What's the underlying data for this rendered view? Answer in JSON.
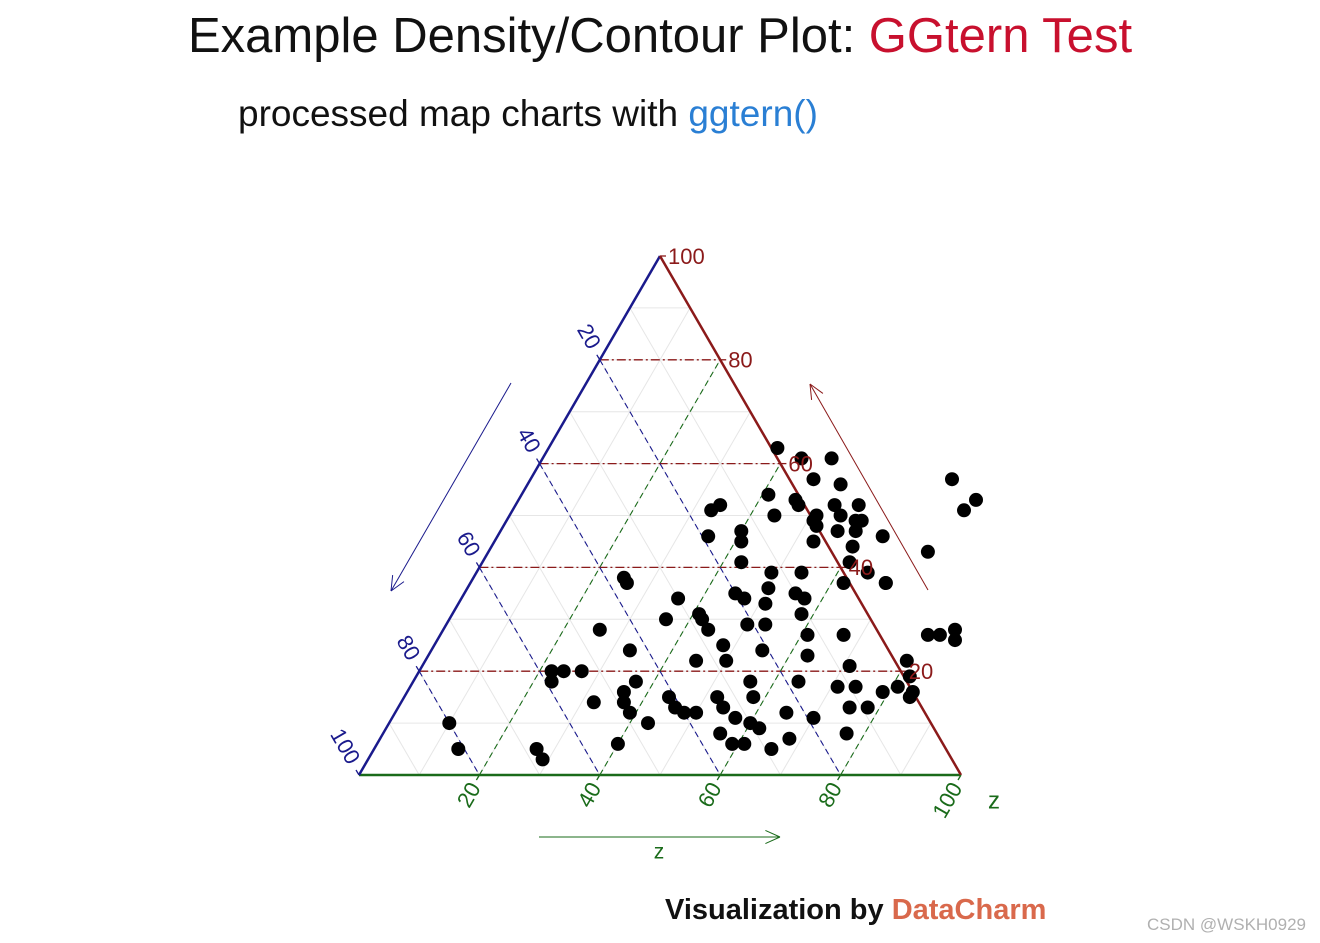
{
  "title": {
    "main": "Example Density/Contour Plot: ",
    "accent": "GGtern Test"
  },
  "subtitle": {
    "main": "processed map charts with ",
    "accent": "ggtern()"
  },
  "credit": {
    "main": "Visualization by ",
    "accent": "DataCharm"
  },
  "watermark": "CSDN @WSKH0929",
  "colors": {
    "left_axis": "#1a1a8c",
    "right_axis": "#8b1a1a",
    "bottom_axis": "#1a6b1a",
    "points": "#000000",
    "minor_grid": "#e6e6e6",
    "title_accent": "#c8102e",
    "subtitle_accent": "#2a7fd4",
    "credit_accent": "#d9694c"
  },
  "chart_data": {
    "type": "scatter",
    "subtype": "ternary",
    "axes": {
      "bottom": {
        "label": "z",
        "arrow_label": "z",
        "ticks": [
          "20",
          "40",
          "60",
          "80",
          "100"
        ]
      },
      "left": {
        "label": "",
        "ticks": [
          "20",
          "40",
          "60",
          "80",
          "100"
        ]
      },
      "right": {
        "label": "",
        "ticks": [
          "100",
          "80",
          "60",
          "40",
          "20"
        ]
      }
    },
    "grid": {
      "major": true,
      "minor": true
    },
    "point_format": "[z, right_axis_value] in percent",
    "points": [
      [
        42,
        30
      ],
      [
        47,
        34
      ],
      [
        55,
        35
      ],
      [
        69,
        37
      ],
      [
        78,
        13
      ],
      [
        84,
        16
      ],
      [
        81,
        17
      ],
      [
        83,
        27
      ],
      [
        85,
        28
      ],
      [
        51,
        50
      ],
      [
        59,
        47
      ],
      [
        58,
        49
      ],
      [
        57,
        52
      ],
      [
        53,
        52
      ],
      [
        64,
        46
      ],
      [
        73,
        43
      ],
      [
        75,
        51
      ],
      [
        76,
        53
      ],
      [
        70,
        57
      ],
      [
        38,
        63
      ],
      [
        43,
        61
      ],
      [
        48,
        61
      ],
      [
        59,
        49
      ],
      [
        65,
        39
      ],
      [
        62,
        37
      ],
      [
        69,
        37
      ],
      [
        33,
        51
      ],
      [
        34,
        52
      ],
      [
        40,
        47
      ],
      [
        41,
        45
      ],
      [
        44,
        50
      ],
      [
        50,
        36
      ],
      [
        50,
        29
      ],
      [
        51,
        33
      ],
      [
        54,
        39
      ],
      [
        57,
        34
      ],
      [
        61,
        41
      ],
      [
        60,
        44
      ],
      [
        56,
        47
      ],
      [
        55,
        50
      ],
      [
        51,
        49
      ],
      [
        47,
        52
      ],
      [
        46,
        53
      ],
      [
        52,
        48
      ],
      [
        53,
        45
      ],
      [
        26,
        37
      ],
      [
        25,
        38
      ],
      [
        22,
        20
      ],
      [
        23,
        18
      ],
      [
        24,
        20
      ],
      [
        27,
        20
      ],
      [
        14,
        5
      ],
      [
        27,
        5
      ],
      [
        29,
        3
      ],
      [
        40,
        6
      ],
      [
        43,
        10
      ],
      [
        50,
        12
      ],
      [
        44,
        15
      ],
      [
        37,
        18
      ],
      [
        50,
        22
      ],
      [
        56,
        18
      ],
      [
        58,
        15
      ],
      [
        64,
        18
      ],
      [
        65,
        12
      ],
      [
        60,
        10
      ],
      [
        61,
        6
      ],
      [
        70,
        11
      ],
      [
        71,
        17
      ],
      [
        74,
        17
      ],
      [
        75,
        13
      ],
      [
        79,
        16
      ],
      [
        82,
        19
      ],
      [
        80,
        22
      ],
      [
        81,
        27
      ],
      [
        86,
        26
      ],
      [
        84,
        15
      ],
      [
        77,
        8
      ],
      [
        68,
        7
      ],
      [
        66,
        5
      ],
      [
        62,
        9
      ],
      [
        56,
        8
      ],
      [
        54,
        13
      ],
      [
        52,
        15
      ],
      [
        48,
        12
      ],
      [
        46,
        13
      ],
      [
        39,
        12
      ],
      [
        37,
        14
      ],
      [
        36,
        16
      ],
      [
        33,
        24
      ],
      [
        36,
        30
      ],
      [
        41,
        31
      ],
      [
        45,
        35
      ],
      [
        49,
        39
      ],
      [
        43,
        41
      ],
      [
        44,
        28
      ],
      [
        57,
        11
      ],
      [
        59,
        6
      ],
      [
        55,
        24
      ],
      [
        61,
        27
      ],
      [
        53,
        29
      ],
      [
        48,
        25
      ],
      [
        45,
        22
      ],
      [
        32,
        14
      ],
      [
        58,
        31
      ],
      [
        41,
        54
      ],
      [
        63,
        23
      ],
      [
        10,
        10
      ],
      [
        26,
        28
      ],
      [
        35,
        46
      ],
      [
        52,
        56
      ],
      [
        36,
        34
      ],
      [
        47,
        57
      ],
      [
        67,
        27
      ],
      [
        71,
        21
      ]
    ]
  }
}
